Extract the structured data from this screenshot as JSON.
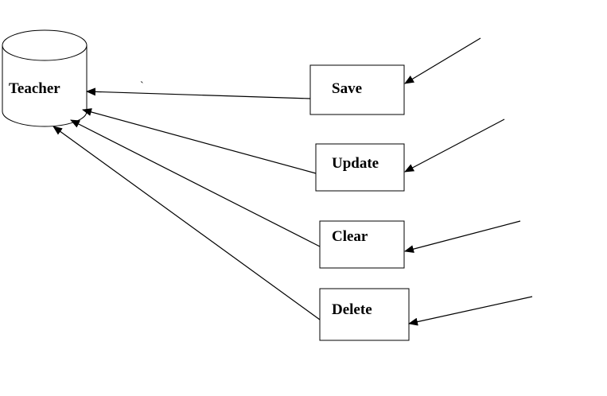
{
  "diagram": {
    "datastore": {
      "label": "Teacher",
      "icon": "database-cylinder-icon"
    },
    "actions": [
      {
        "key": "save",
        "label": "Save"
      },
      {
        "key": "update",
        "label": "Update"
      },
      {
        "key": "clear",
        "label": "Clear"
      },
      {
        "key": "delete",
        "label": "Delete"
      }
    ],
    "stray_mark": "`",
    "colors": {
      "stroke": "#000000",
      "background": "#ffffff"
    }
  }
}
